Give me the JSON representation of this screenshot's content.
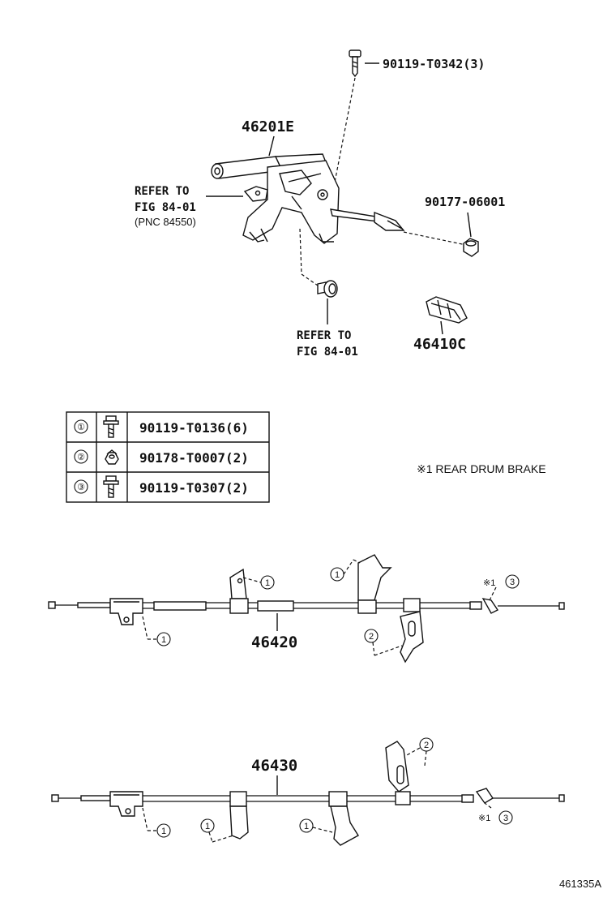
{
  "labels": {
    "bolt_top": "90119-T0342(3)",
    "lever": "46201E",
    "refer_top_1": "REFER TO",
    "refer_top_2": "FIG 84-01",
    "refer_top_3": "(PNC 84550)",
    "nut": "90177-06001",
    "refer_bottom_1": "REFER TO",
    "refer_bottom_2": "FIG 84-01",
    "clamp": "46410C",
    "cable_front": "46420",
    "cable_rear": "46430",
    "note_rear_drum": "※1  REAR DRUM BRAKE",
    "figure_id": "461335A"
  },
  "fastener_table": [
    {
      "ref": "①",
      "icon": "bolt-icon",
      "part": "90119-T0136(6)"
    },
    {
      "ref": "②",
      "icon": "nut-icon",
      "part": "90178-T0007(2)"
    },
    {
      "ref": "③",
      "icon": "bolt-icon",
      "part": "90119-T0307(2)"
    }
  ],
  "callouts": {
    "c1": "1",
    "c2": "2",
    "c3": "3",
    "star1": "※1"
  }
}
